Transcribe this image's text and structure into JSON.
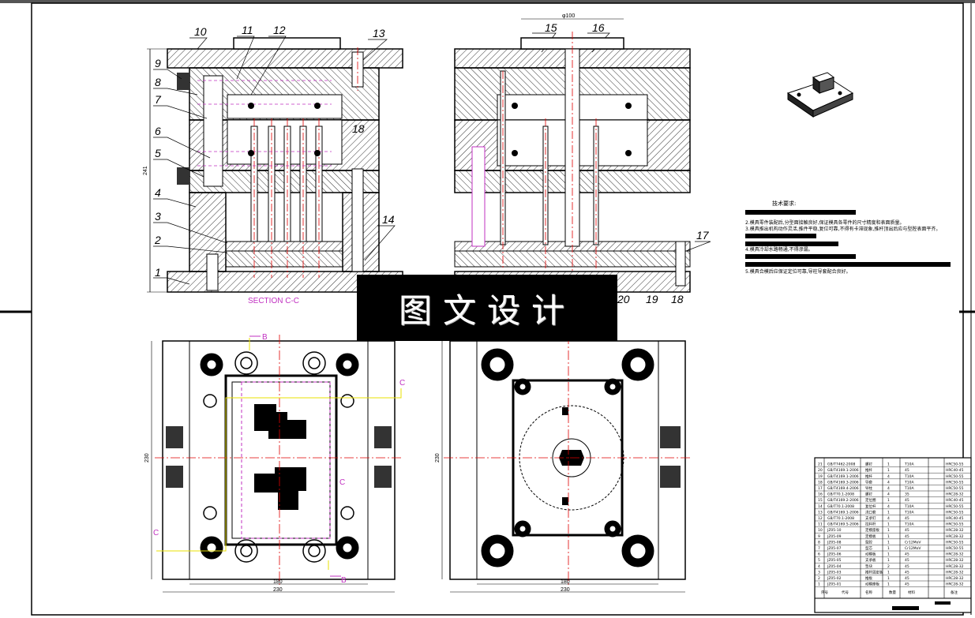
{
  "part_labels": [
    "1",
    "2",
    "3",
    "4",
    "5",
    "6",
    "7",
    "8",
    "9",
    "10",
    "11",
    "12",
    "13",
    "14",
    "15",
    "16",
    "17",
    "18",
    "19",
    "20",
    "18"
  ],
  "section_label": "SECTION C-C",
  "section_markers": {
    "b": "B",
    "c": "C"
  },
  "dimensions": {
    "left_height": "241",
    "top_width": "φ100",
    "plan_left_height": "230",
    "plan_right_height": "230",
    "plan_left_width_inner": "180",
    "plan_left_width_outer": "230",
    "plan_right_width_inner": "180",
    "plan_right_width_outer": "230"
  },
  "tech_title": "技术要求:",
  "tech_notes": [
    "2.模具零件装配后,分型面接触良好,保证模具各零件的尺寸精度和表面质量。",
    "3.模具推出机构动作灵活,推件平稳,复位可靠,不得有卡滞现象,推杆顶出后应与型腔表面平齐。",
    "4.模具冷却水路畅通,不得渗漏。",
    "5.模具合模后应保证定位可靠,导柱导套配合良好。"
  ],
  "title_block_rows": [
    [
      "21",
      "GB/T7462-2008",
      "螺钉",
      "1",
      "T10A",
      "HRC50-55"
    ],
    [
      "20",
      "GB/T4169.1-2006",
      "推杆",
      "1",
      "45",
      "HRC40-45"
    ],
    [
      "19",
      "GB/T4169.1-2006",
      "推杆",
      "4",
      "T10A",
      "HRC50-55"
    ],
    [
      "18",
      "GB/T4169.3-2006",
      "导套",
      "4",
      "T10A",
      "HRC50-55"
    ],
    [
      "17",
      "GB/T4169.4-2006",
      "导柱",
      "4",
      "T10A",
      "HRC50-55"
    ],
    [
      "16",
      "GB/T70.1-2008",
      "螺钉",
      "4",
      "35",
      "HRC28-32"
    ],
    [
      "15",
      "GB/T4169.2-2006",
      "定位圈",
      "1",
      "45",
      "HRC40-45"
    ],
    [
      "14",
      "GB/T70.1-2008",
      "复位杆",
      "4",
      "T10A",
      "HRC50-55"
    ],
    [
      "13",
      "GB/T4169.1-2006",
      "浇口套",
      "1",
      "T10A",
      "HRC50-55"
    ],
    [
      "12",
      "GB/T70.1-2008",
      "支承钉",
      "4",
      "45",
      "HRC40-45"
    ],
    [
      "11",
      "GB/T4169.5-2006",
      "拉料杆",
      "1",
      "T10A",
      "HRC50-55"
    ],
    [
      "10",
      "JZ05-10",
      "定模座板",
      "1",
      "45",
      "HRC28-32"
    ],
    [
      "9",
      "JZ05-09",
      "定模板",
      "1",
      "45",
      "HRC28-32"
    ],
    [
      "8",
      "JZ05-08",
      "型腔",
      "1",
      "Cr12MoV",
      "HRC50-55"
    ],
    [
      "7",
      "JZ05-07",
      "型芯",
      "1",
      "Cr12MoV",
      "HRC50-55"
    ],
    [
      "6",
      "JZ05-06",
      "动模板",
      "1",
      "45",
      "HRC28-32"
    ],
    [
      "5",
      "JZ05-05",
      "支承板",
      "1",
      "45",
      "HRC28-32"
    ],
    [
      "4",
      "JZ05-04",
      "垫块",
      "2",
      "45",
      "HRC28-32"
    ],
    [
      "3",
      "JZ05-03",
      "推杆固定板",
      "1",
      "45",
      "HRC28-32"
    ],
    [
      "2",
      "JZ05-02",
      "推板",
      "1",
      "45",
      "HRC28-32"
    ],
    [
      "1",
      "JZ05-01",
      "动模座板",
      "1",
      "45",
      "HRC28-32"
    ]
  ],
  "title_block_header": {
    "no": "序号",
    "code": "代号",
    "name": "名称",
    "qty": "数量",
    "material": "材料",
    "note": "备注"
  },
  "watermark": "图文设计",
  "colors": {
    "line": "#000000",
    "centerline": "#e00000",
    "magenta": "#c030c0",
    "yellow": "#e8e000",
    "hatch": "#000000"
  }
}
